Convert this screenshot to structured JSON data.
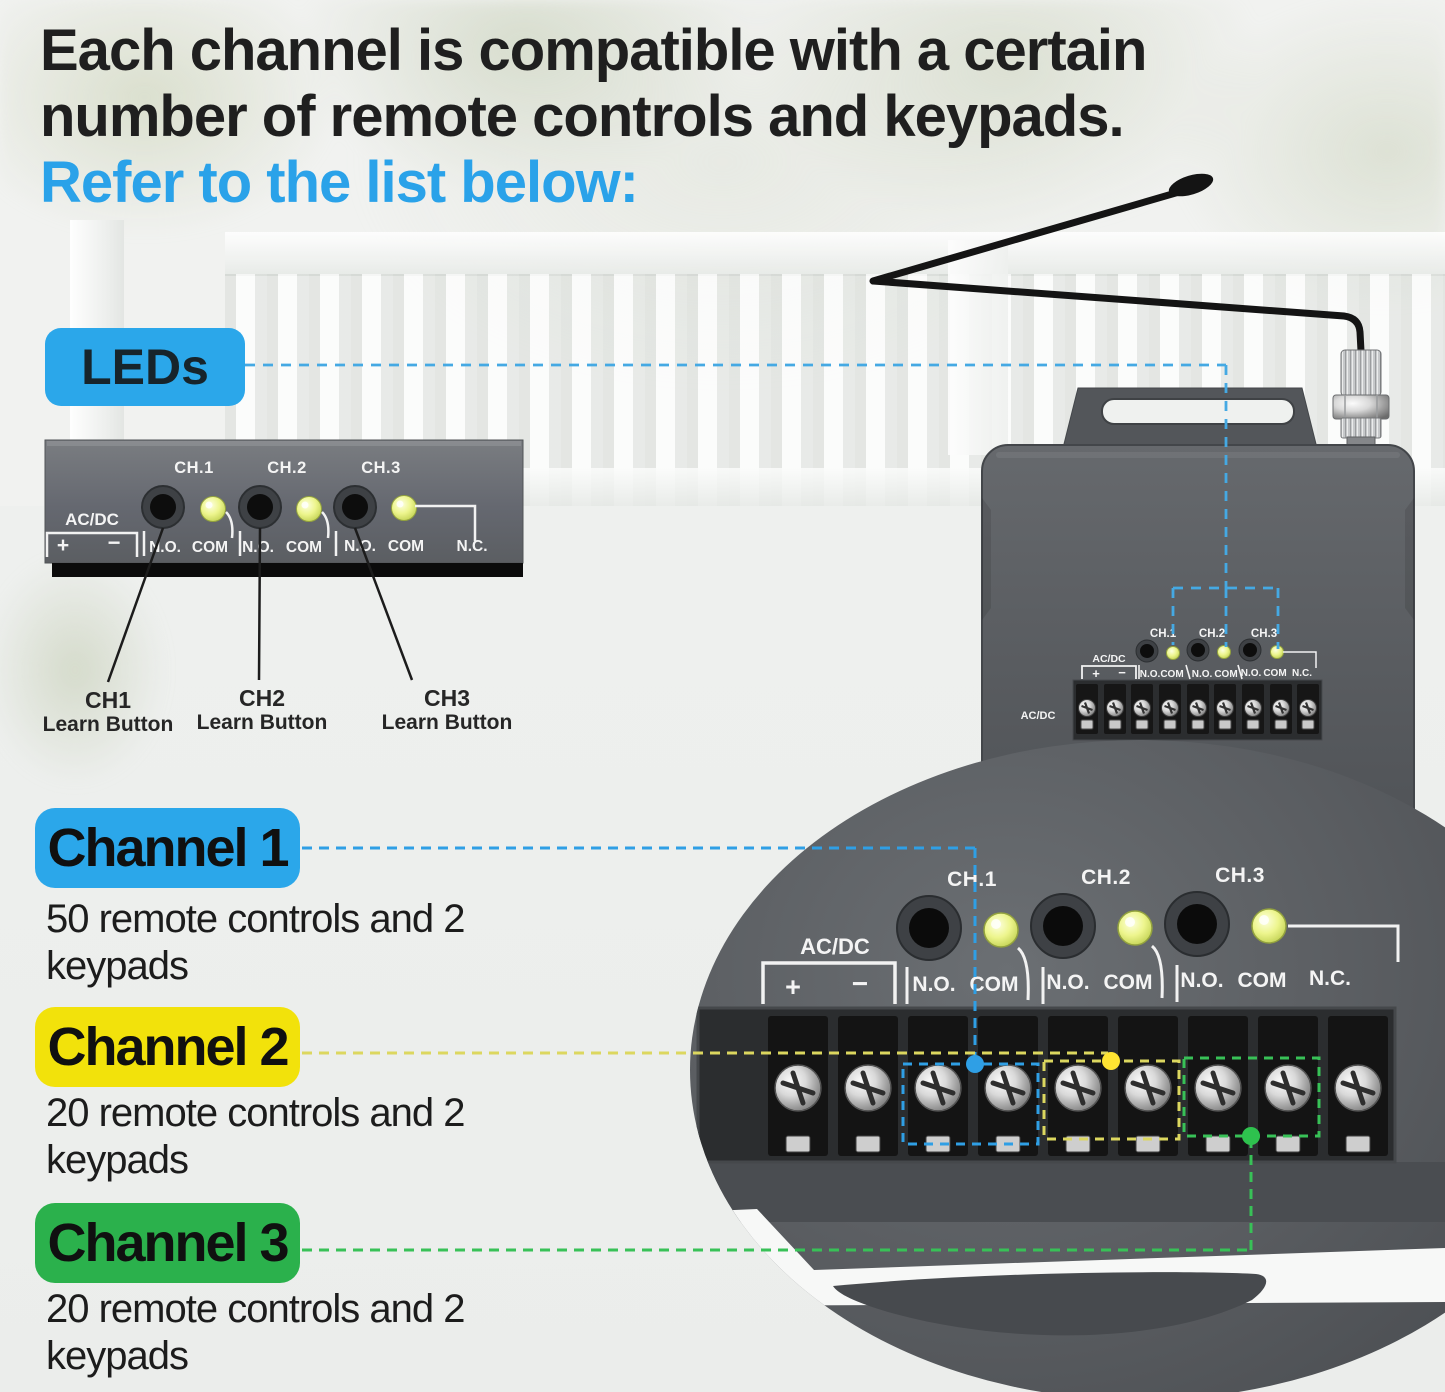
{
  "heading": {
    "line1": "Each channel is compatible with a certain",
    "line2": "number of remote controls and keypads.",
    "line3": "Refer to the list below:"
  },
  "leds_badge": {
    "label": "LEDs"
  },
  "panel_labels": {
    "ch1": "CH.1",
    "ch2": "CH.2",
    "ch3": "CH.3",
    "acdc": "AC/DC",
    "plus": "+",
    "minus": "−",
    "no": "N.O.",
    "com": "COM",
    "nc": "N.C."
  },
  "callouts": [
    {
      "title": "CH1",
      "subtitle": "Learn Button"
    },
    {
      "title": "CH2",
      "subtitle": "Learn Button"
    },
    {
      "title": "CH3",
      "subtitle": "Learn Button"
    }
  ],
  "channels": [
    {
      "label": "Channel 1",
      "description_line1": "50 remote controls and 2",
      "description_line2": "keypads",
      "color": "#2BA7EA"
    },
    {
      "label": "Channel 2",
      "description_line1": "20 remote controls and 2",
      "description_line2": "keypads",
      "color": "#F2E20B"
    },
    {
      "label": "Channel 3",
      "description_line1": "20 remote controls and 2",
      "description_line2": "keypads",
      "color": "#2BB14C"
    }
  ],
  "colors": {
    "accent_cyan": "#2BA7EA",
    "accent_yellow": "#F2E20B",
    "accent_green": "#2BB14C",
    "heading_cyan": "#2AA2E9",
    "led_yellow": "#E9F283",
    "device_gray": "#5A5D61"
  }
}
